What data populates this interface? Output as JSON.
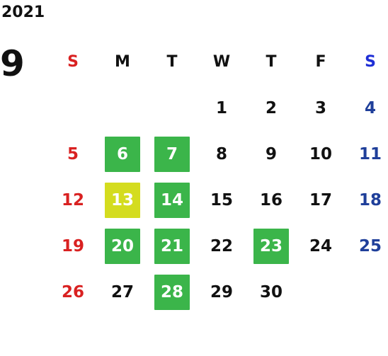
{
  "year": "2021",
  "month": "9",
  "weekdays": [
    "S",
    "M",
    "T",
    "W",
    "T",
    "F",
    "S"
  ],
  "colors": {
    "sunday": "#d92121",
    "saturday": "#1f3f9a",
    "saturday_header": "#1f2fd6",
    "weekday": "#111111",
    "highlight_green": "#3bb54a",
    "highlight_yellow": "#d4dc1f"
  },
  "days": [
    {
      "day": "1",
      "weekday": "W",
      "highlight": ""
    },
    {
      "day": "2",
      "weekday": "T",
      "highlight": ""
    },
    {
      "day": "3",
      "weekday": "F",
      "highlight": ""
    },
    {
      "day": "4",
      "weekday": "S",
      "highlight": ""
    },
    {
      "day": "5",
      "weekday": "S",
      "highlight": ""
    },
    {
      "day": "6",
      "weekday": "M",
      "highlight": "green"
    },
    {
      "day": "7",
      "weekday": "T",
      "highlight": "green"
    },
    {
      "day": "8",
      "weekday": "W",
      "highlight": ""
    },
    {
      "day": "9",
      "weekday": "T",
      "highlight": ""
    },
    {
      "day": "10",
      "weekday": "F",
      "highlight": ""
    },
    {
      "day": "11",
      "weekday": "S",
      "highlight": ""
    },
    {
      "day": "12",
      "weekday": "S",
      "highlight": ""
    },
    {
      "day": "13",
      "weekday": "M",
      "highlight": "yellow"
    },
    {
      "day": "14",
      "weekday": "T",
      "highlight": "green"
    },
    {
      "day": "15",
      "weekday": "W",
      "highlight": ""
    },
    {
      "day": "16",
      "weekday": "T",
      "highlight": ""
    },
    {
      "day": "17",
      "weekday": "F",
      "highlight": ""
    },
    {
      "day": "18",
      "weekday": "S",
      "highlight": ""
    },
    {
      "day": "19",
      "weekday": "S",
      "highlight": ""
    },
    {
      "day": "20",
      "weekday": "M",
      "highlight": "green"
    },
    {
      "day": "21",
      "weekday": "T",
      "highlight": "green"
    },
    {
      "day": "22",
      "weekday": "W",
      "highlight": ""
    },
    {
      "day": "23",
      "weekday": "T",
      "highlight": "green"
    },
    {
      "day": "24",
      "weekday": "F",
      "highlight": ""
    },
    {
      "day": "25",
      "weekday": "S",
      "highlight": ""
    },
    {
      "day": "26",
      "weekday": "S",
      "highlight": ""
    },
    {
      "day": "27",
      "weekday": "M",
      "highlight": ""
    },
    {
      "day": "28",
      "weekday": "T",
      "highlight": "green"
    },
    {
      "day": "29",
      "weekday": "W",
      "highlight": ""
    },
    {
      "day": "30",
      "weekday": "T",
      "highlight": ""
    }
  ]
}
